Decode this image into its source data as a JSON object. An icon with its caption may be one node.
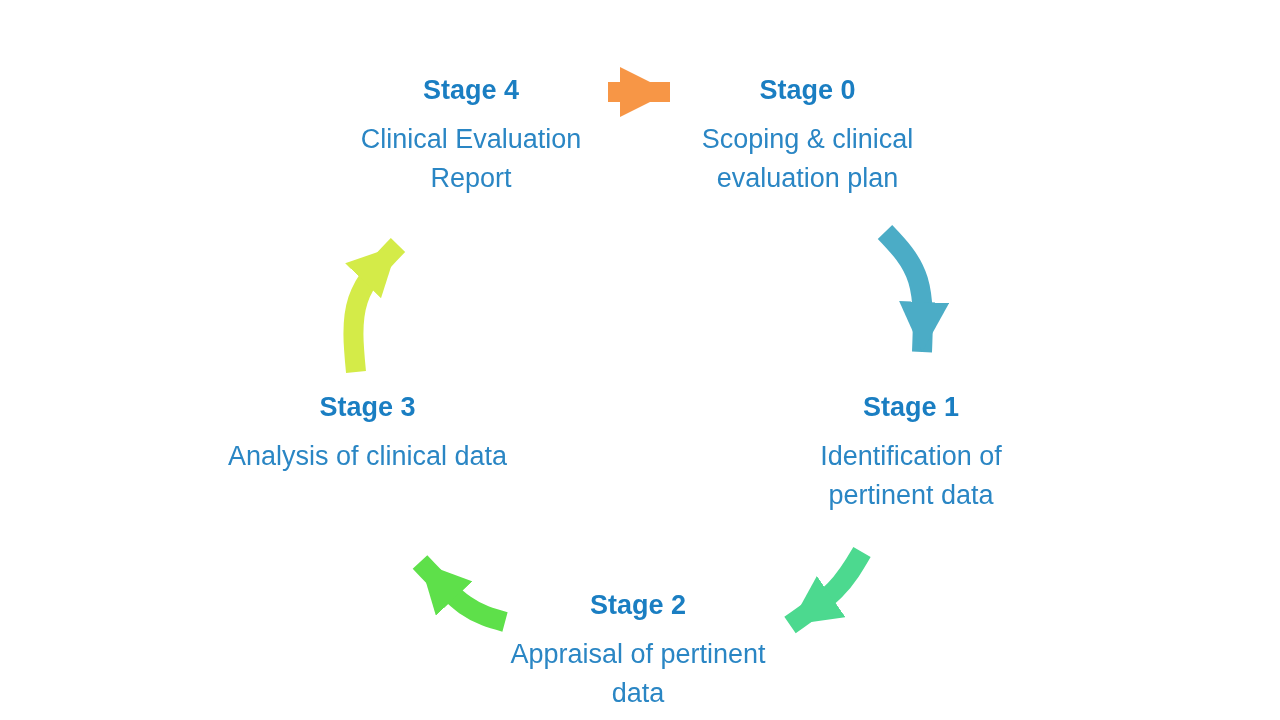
{
  "diagram": {
    "nodes": [
      {
        "text": [
          "Stage 0",
          "Scoping & clinical evaluation plan"
        ]
      },
      {
        "text": [
          "Stage 1",
          "Identification of pertinent data"
        ]
      },
      {
        "text": [
          "Stage 2",
          "Appraisal of pertinent data"
        ]
      },
      {
        "text": [
          "Stage 3",
          "Analysis of clinical data"
        ]
      },
      {
        "text": [
          "Stage 4",
          "Clinical Evaluation Report"
        ]
      }
    ],
    "edges": [
      {
        "from": 0,
        "to": 1,
        "arrow": "to",
        "color": "#4bacc6"
      },
      {
        "from": 1,
        "to": 2,
        "arrow": "to",
        "color": "#4cd98f"
      },
      {
        "from": 2,
        "to": 3,
        "arrow": "to",
        "color": "#5ee04a"
      },
      {
        "from": 3,
        "to": 4,
        "arrow": "to",
        "color": "#d4eb48"
      },
      {
        "from": 4,
        "to": 0,
        "arrow": "to",
        "color": "#f79646"
      }
    ]
  }
}
